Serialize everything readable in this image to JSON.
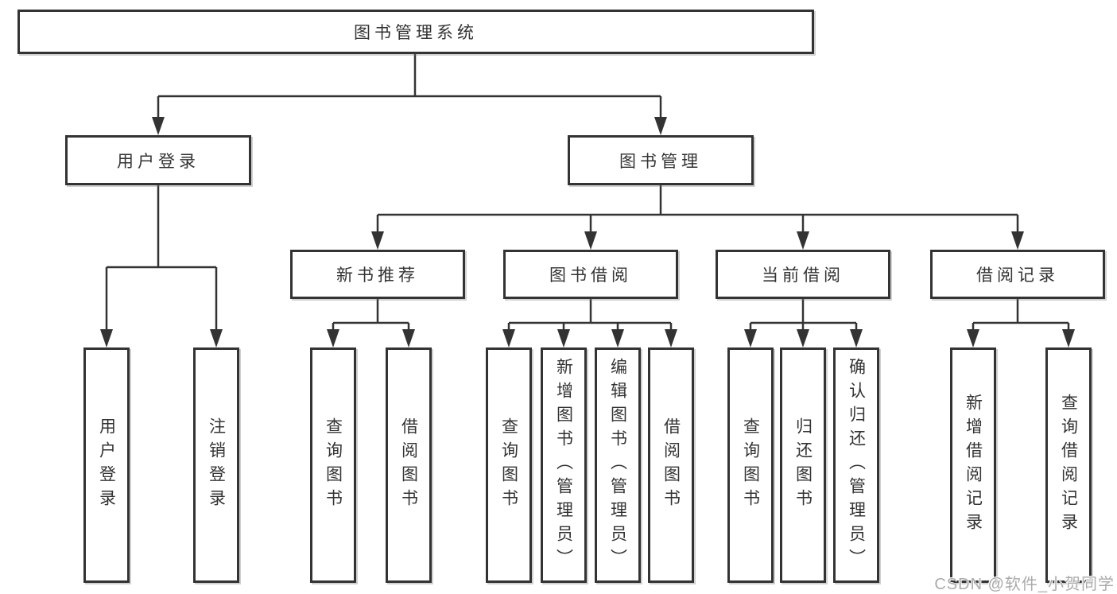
{
  "page": {
    "background_color": "#ffffff",
    "line_color": "#333333",
    "text_color": "#333333"
  },
  "watermark": {
    "text": "CSDN @软件_小贺同学",
    "color": "#ababab"
  },
  "tree": {
    "root": {
      "label": "图书管理系统"
    },
    "branches": [
      {
        "label": "用户登录",
        "children": [
          {
            "label": "用户登录"
          },
          {
            "label": "注销登录"
          }
        ]
      },
      {
        "label": "图书管理",
        "children": [
          {
            "label": "新书推荐",
            "children": [
              {
                "label": "查询图书"
              },
              {
                "label": "借阅图书"
              }
            ]
          },
          {
            "label": "图书借阅",
            "children": [
              {
                "label": "查询图书"
              },
              {
                "label": "新增图书（管理员）"
              },
              {
                "label": "编辑图书（管理员）"
              },
              {
                "label": "借阅图书"
              }
            ]
          },
          {
            "label": "当前借阅",
            "children": [
              {
                "label": "查询图书"
              },
              {
                "label": "归还图书"
              },
              {
                "label": "确认归还（管理员）"
              }
            ]
          },
          {
            "label": "借阅记录",
            "children": [
              {
                "label": "新增借阅记录"
              },
              {
                "label": "查询借阅记录"
              }
            ]
          }
        ]
      }
    ]
  }
}
